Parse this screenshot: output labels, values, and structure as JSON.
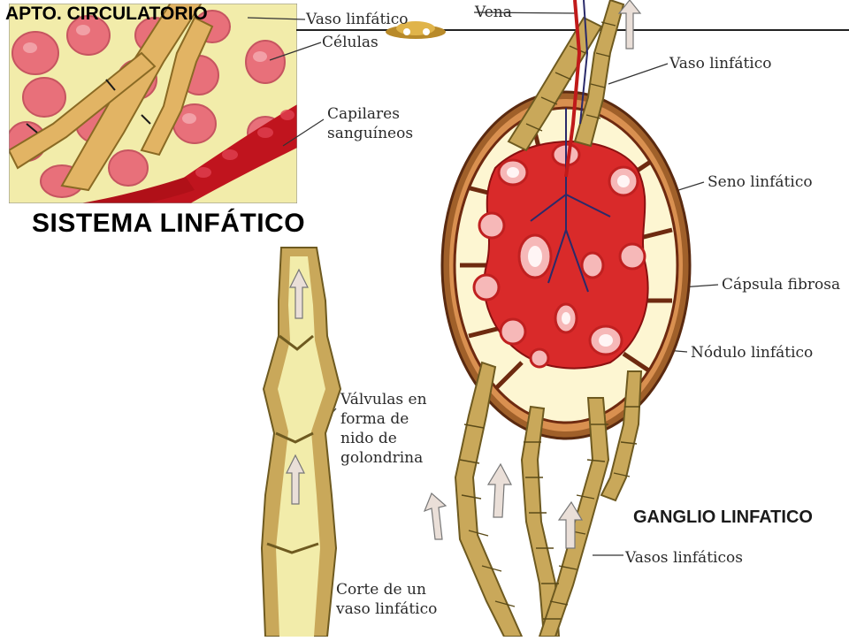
{
  "header": {
    "title": "APTO. CIRCULATORIO"
  },
  "main_title": "SISTEMA LINFÁTICO",
  "node_title": "GANGLIO LINFATICO",
  "labels": {
    "vaso_linfatico_top": "Vaso linfático",
    "celulas": "Células",
    "capilares": "Capilares sanguíneos",
    "vena": "Vena",
    "vaso_linfatico_right": "Vaso linfático",
    "seno": "Seno linfático",
    "capsula": "Cápsula fibrosa",
    "nodulo": "Nódulo linfático",
    "valvulas": "Válvulas en forma de nido de golondrina",
    "vasos": "Vasos linfáticos",
    "corte": "Corte de un vaso linfático"
  },
  "colors": {
    "background": "#ffffff",
    "tissue": "#f2ecaa",
    "cell": "#e8707a",
    "capillary": "#c0141e",
    "vessel": "#c9a85a",
    "vessel_dark": "#7a5a1e",
    "capsule": "#b8702e",
    "capsule_dark": "#6e2a10",
    "node_red": "#d92a2a",
    "sinus": "#fdf6d2",
    "arrow": "#eadfd8"
  }
}
